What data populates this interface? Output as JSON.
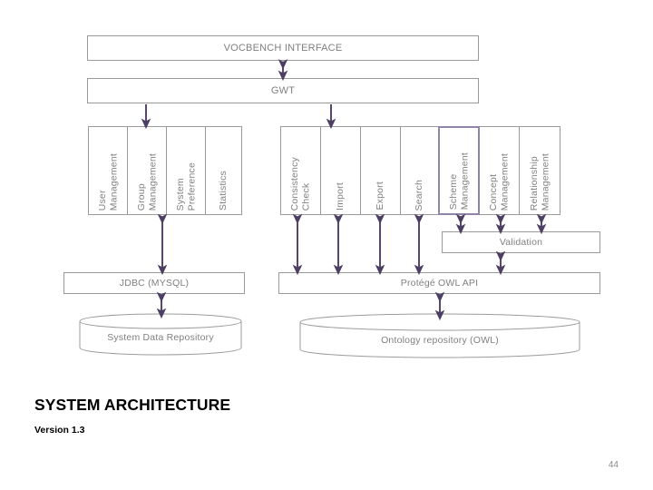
{
  "slide": {
    "title": "SYSTEM ARCHITECTURE",
    "version": "Version 1.3",
    "page_number": "44",
    "colors": {
      "box_border": "#9b9b9b",
      "text": "#808080",
      "arrow": "#4c3f63",
      "highlight_border": "#8f85a8",
      "background": "#ffffff"
    }
  },
  "layers": {
    "interface": {
      "label": "VOCBENCH INTERFACE"
    },
    "gwt": {
      "label": "GWT"
    },
    "validation": {
      "label": "Validation"
    },
    "jdbc": {
      "label": "JDBC (MYSQL)"
    },
    "protege": {
      "label": "Protégé OWL API"
    }
  },
  "admin_modules": {
    "name": "admin-module-strip",
    "cells": [
      {
        "label": "User\nManagement"
      },
      {
        "label": "Group\nManagement"
      },
      {
        "label": "System\nPreference"
      },
      {
        "label": "Statistics"
      }
    ]
  },
  "ontology_modules": {
    "name": "ontology-module-strip",
    "cells": [
      {
        "label": "Consistency\nCheck",
        "highlight": false
      },
      {
        "label": "Import",
        "highlight": false
      },
      {
        "label": "Export",
        "highlight": false
      },
      {
        "label": "Search",
        "highlight": false
      },
      {
        "label": "Scheme\nManagement",
        "highlight": true
      },
      {
        "label": "Concept\nManagement",
        "highlight": false
      },
      {
        "label": "Relationship\nManagement",
        "highlight": false
      }
    ]
  },
  "repositories": {
    "system_data": {
      "label": "System Data Repository"
    },
    "ontology": {
      "label": "Ontology repository (OWL)"
    }
  }
}
